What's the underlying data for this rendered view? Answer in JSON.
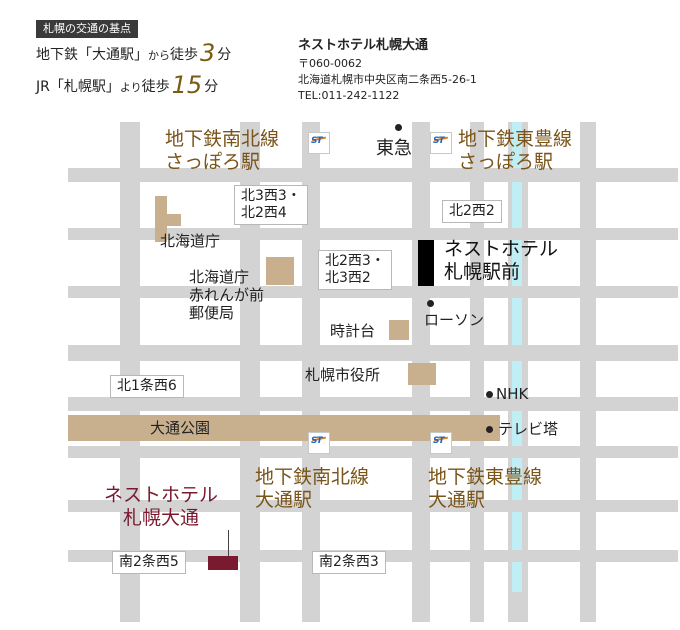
{
  "tag": "札幌の交通の基点",
  "access": [
    {
      "before": "地下鉄「大通駅」",
      "small": "から",
      "walk": "徒歩",
      "num": "3",
      "unit": "分"
    },
    {
      "before": "JR「札幌駅」",
      "small": "より",
      "walk": "徒歩",
      "num": "15",
      "unit": "分"
    }
  ],
  "hotel": {
    "name": "ネストホテル札幌大通",
    "postal": "〒060-0062",
    "address": "北海道札幌市中央区南二条西5-26-1",
    "tel": "TEL:011-242-1122"
  },
  "stations": {
    "namboku_sapporo_1": "地下鉄南北線",
    "namboku_sapporo_2": "さっぽろ駅",
    "toho_sapporo_1": "地下鉄東豊線",
    "toho_sapporo_2": "さっぽろ駅",
    "namboku_odori_1": "地下鉄南北線",
    "namboku_odori_2": "大通駅",
    "toho_odori_1": "地下鉄東豊線",
    "toho_odori_2": "大通駅"
  },
  "hotels_on_map": {
    "odori_1": "ネストホテル",
    "odori_2": "札幌大通",
    "ekimae_1": "ネストホテル",
    "ekimae_2": "札幌駅前"
  },
  "callouts": {
    "n3w3_1": "北3西3・",
    "n3w3_2": "北2西4",
    "n2w3_1": "北2西3・",
    "n2w3_2": "北3西2",
    "n2w2": "北2西2",
    "n1w6": "北1条西6",
    "s2w5": "南2条西5",
    "s2w3": "南2条西3"
  },
  "places": {
    "tokyu": "東急",
    "hokkaido_gov": "北海道庁",
    "akarenga_1": "北海道庁",
    "akarenga_2": "赤れんが前",
    "akarenga_3": "郵便局",
    "tokeidai": "時計台",
    "lawson": "ローソン",
    "city_hall": "札幌市役所",
    "nhk": "NHK",
    "tv_tower": "テレビ塔",
    "odori_park": "大通公園"
  },
  "icon_text": "ST",
  "colors": {
    "road": "#d3d3d3",
    "building": "#c8b08e",
    "station_text": "#7a5418",
    "hotel_odori": "#7a1a30",
    "subway_line": "#bfeef5"
  }
}
